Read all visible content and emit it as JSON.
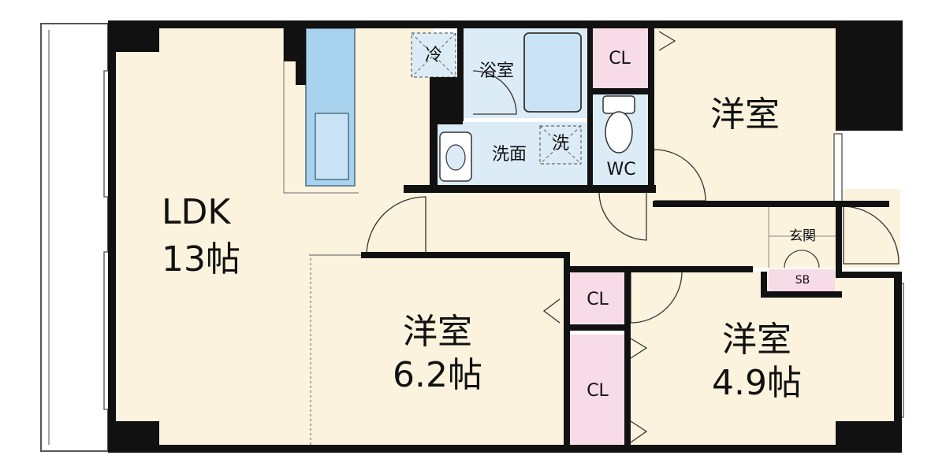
{
  "colors": {
    "floor": "#fbf3dd",
    "wet": "#dcecf7",
    "closet": "#f7dbe6",
    "wall": "#111111",
    "fixture": "#a9d2ee"
  },
  "rooms": {
    "ldk": {
      "name": "LDK",
      "size": "13帖"
    },
    "western_a": {
      "name": "洋室",
      "size": "6.2帖"
    },
    "western_b": {
      "name": "洋室",
      "size": "4.9帖"
    },
    "western_c": {
      "name": "洋室"
    },
    "bath": {
      "name": "浴室"
    },
    "washroom": {
      "name": "洗面"
    },
    "toilet": {
      "name": "WC"
    },
    "entrance": {
      "name": "玄関"
    },
    "shoe_box": {
      "name": "SB"
    },
    "fridge": {
      "name": "冷"
    },
    "washer": {
      "name": "洗"
    },
    "closet_top": {
      "name": "CL"
    },
    "closet_mid": {
      "name": "CL"
    },
    "closet_low": {
      "name": "CL"
    }
  }
}
